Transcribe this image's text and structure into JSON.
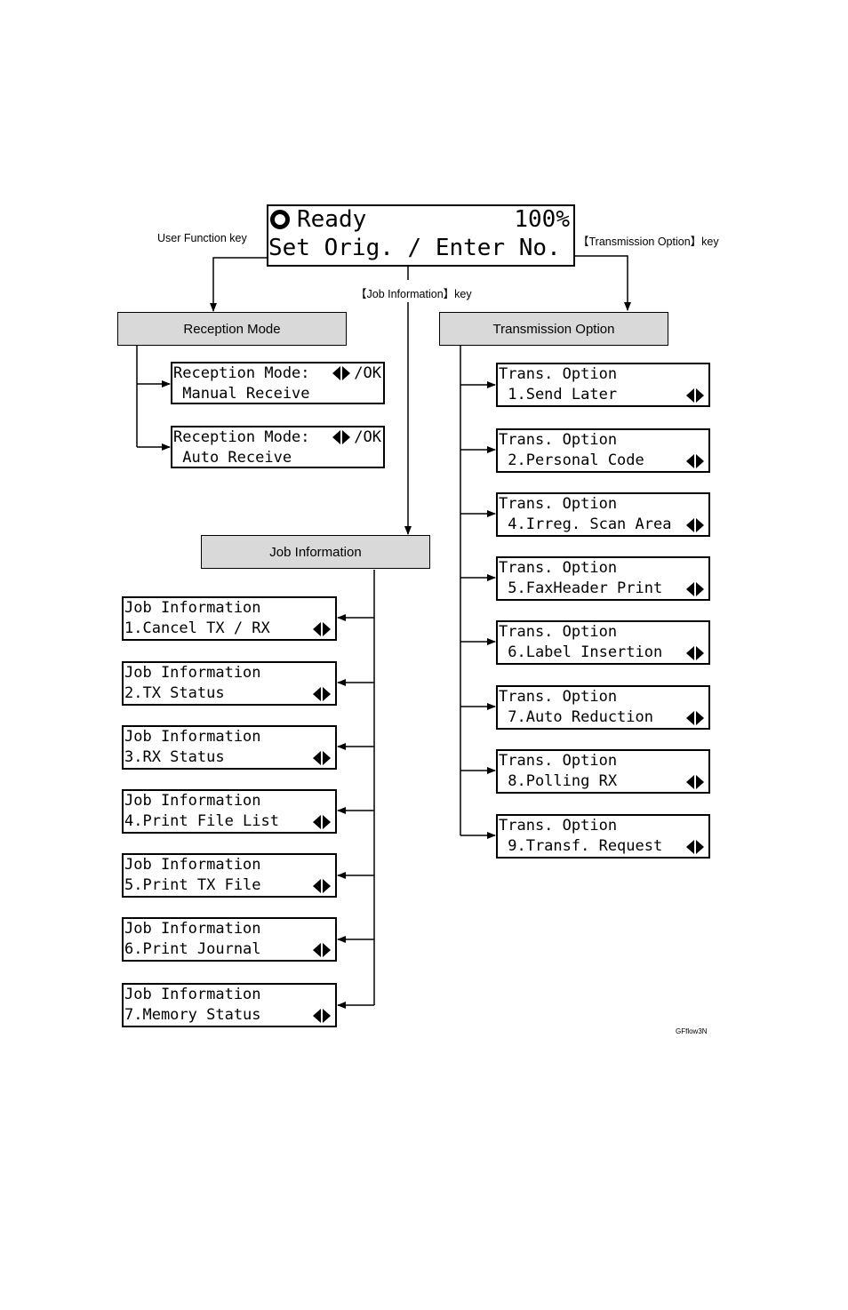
{
  "main_display": {
    "line1": "Ready",
    "percent": "100%",
    "line2": "Set Orig. / Enter No."
  },
  "keys": {
    "user_function": "User Function key",
    "job_information": "【Job Information】key",
    "transmission_option": "【Transmission Option】key"
  },
  "headers": {
    "reception_mode": "Reception Mode",
    "transmission_option": "Transmission Option",
    "job_information": "Job Information"
  },
  "reception_screens": [
    {
      "line1": "Reception Mode:",
      "line2": " Manual Receive",
      "tail": "/OK"
    },
    {
      "line1": "Reception Mode:",
      "line2": " Auto Receive",
      "tail": "/OK"
    }
  ],
  "trans_screens": [
    {
      "line1": "Trans. Option",
      "line2": " 1.Send Later"
    },
    {
      "line1": "Trans. Option",
      "line2": " 2.Personal Code"
    },
    {
      "line1": "Trans. Option",
      "line2": " 4.Irreg. Scan Area"
    },
    {
      "line1": "Trans. Option",
      "line2": " 5.FaxHeader Print"
    },
    {
      "line1": "Trans. Option",
      "line2": " 6.Label Insertion"
    },
    {
      "line1": "Trans. Option",
      "line2": " 7.Auto Reduction"
    },
    {
      "line1": "Trans. Option",
      "line2": " 8.Polling RX"
    },
    {
      "line1": "Trans. Option",
      "line2": " 9.Transf. Request"
    }
  ],
  "job_screens": [
    {
      "line1": "Job Information",
      "line2": "1.Cancel TX / RX"
    },
    {
      "line1": "Job Information",
      "line2": "2.TX Status"
    },
    {
      "line1": "Job Information",
      "line2": "3.RX Status"
    },
    {
      "line1": "Job Information",
      "line2": "4.Print File List"
    },
    {
      "line1": "Job Information",
      "line2": "5.Print TX File"
    },
    {
      "line1": "Job Information",
      "line2": "6.Print Journal"
    },
    {
      "line1": "Job Information",
      "line2": "7.Memory Status"
    }
  ],
  "figure_ref": "GFflow3N"
}
